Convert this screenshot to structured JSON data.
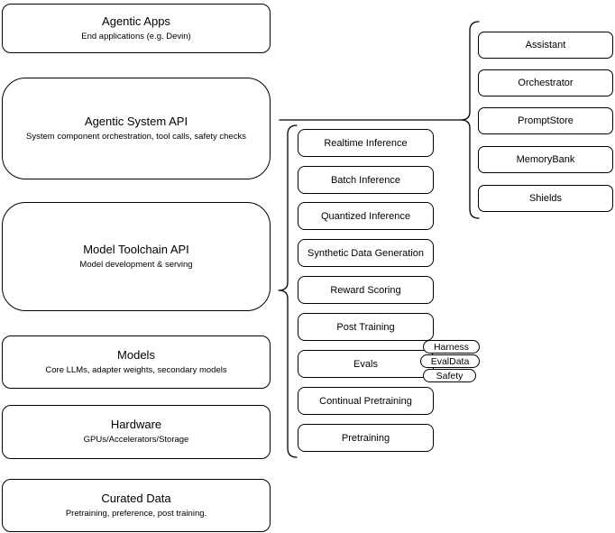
{
  "diagram": {
    "left_column": [
      {
        "title": "Agentic Apps",
        "subtitle": "End applications (e.g. Devin)"
      },
      {
        "title": "Agentic System API",
        "subtitle": "System component orchestration, tool calls, safety checks"
      },
      {
        "title": "Model Toolchain API",
        "subtitle": "Model development & serving"
      },
      {
        "title": "Models",
        "subtitle": "Core LLMs, adapter weights, secondary models"
      },
      {
        "title": "Hardware",
        "subtitle": "GPUs/Accelerators/Storage"
      },
      {
        "title": "Curated Data",
        "subtitle": "Pretraining, preference, post training."
      }
    ],
    "toolchain_services": [
      "Realtime Inference",
      "Batch Inference",
      "Quantized Inference",
      "Synthetic Data Generation",
      "Reward Scoring",
      "Post Training",
      "Evals",
      "Continual Pretraining",
      "Pretraining"
    ],
    "evals_tags": [
      "Harness",
      "EvalData",
      "Safety"
    ],
    "system_components": [
      "Assistant",
      "Orchestrator",
      "PromptStore",
      "MemoryBank",
      "Shields"
    ],
    "colors": {
      "stroke": "#000000",
      "background": "#ffffff",
      "text": "#000000"
    }
  }
}
